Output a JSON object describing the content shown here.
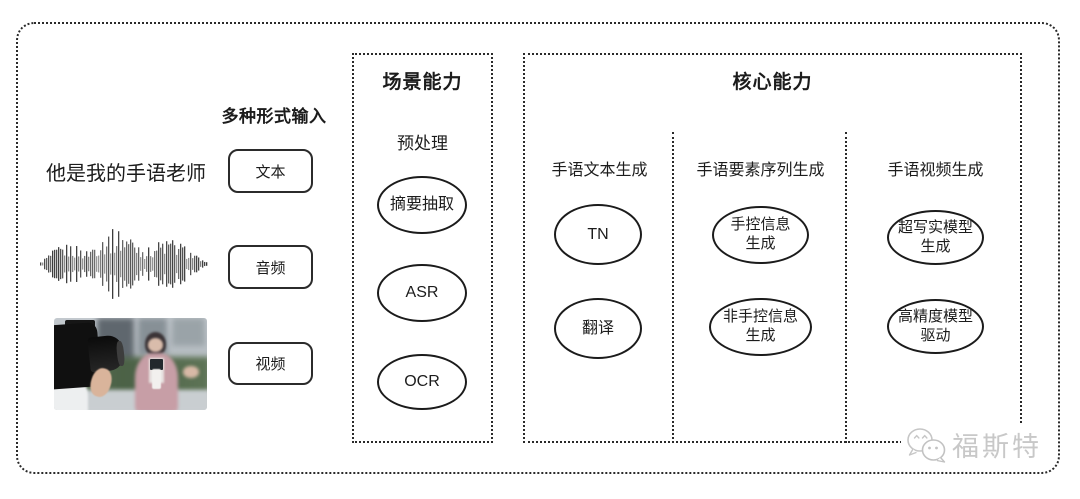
{
  "input_section": {
    "header": "多种形式输入",
    "sentence": "他是我的手语老师",
    "types": [
      {
        "label": "文本"
      },
      {
        "label": "音频"
      },
      {
        "label": "视频"
      }
    ],
    "media": [
      {
        "name": "audio-waveform-image"
      },
      {
        "name": "reporter-video-thumbnail"
      }
    ]
  },
  "scene_box": {
    "title": "场景能力",
    "subtitle": "预处理",
    "nodes": [
      {
        "label": "摘要抽取"
      },
      {
        "label": "ASR"
      },
      {
        "label": "OCR"
      }
    ]
  },
  "core_box": {
    "title": "核心能力",
    "columns": [
      {
        "header": "手语文本生成",
        "nodes": [
          {
            "label": "TN"
          },
          {
            "label": "翻译"
          }
        ]
      },
      {
        "header": "手语要素序列生成",
        "nodes": [
          {
            "label": "手控信息\n生成"
          },
          {
            "label": "非手控信息\n生成"
          }
        ]
      },
      {
        "header": "手语视频生成",
        "nodes": [
          {
            "label": "超写实模型\n生成"
          },
          {
            "label": "高精度模型\n驱动"
          }
        ]
      }
    ]
  },
  "watermark": {
    "brand": "福斯特",
    "icon": "chat-bubbles-logo-icon"
  },
  "colors": {
    "line": "#2a2a2a",
    "node_stroke": "#1b1b1b",
    "background": "#ffffff",
    "watermark": "#c8c8c8"
  }
}
